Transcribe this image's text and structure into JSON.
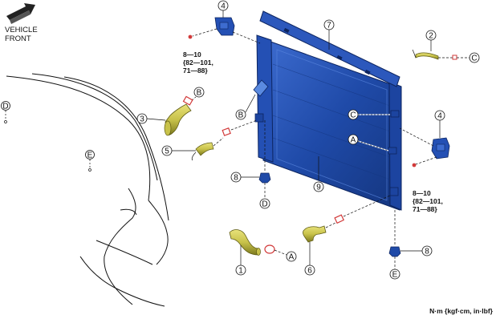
{
  "orientation": {
    "line1": "VEHICLE",
    "line2": "FRONT"
  },
  "units_note": "N·m {kgf·cm, in·lbf}",
  "torque_upper": {
    "line1": "8—10",
    "line2": "{82—101,",
    "line3": "71—88}"
  },
  "torque_lower": {
    "line1": "8—10",
    "line2": "{82—101,",
    "line3": "71—88}"
  },
  "parts": {
    "p1": "1",
    "p2": "2",
    "p3": "3",
    "p4a": "4",
    "p4b": "4",
    "p5": "5",
    "p6": "6",
    "p7": "7",
    "p8a": "8",
    "p8b": "8",
    "p9": "9"
  },
  "refs": {
    "A_upper": "A",
    "A_lower": "A",
    "B_upper": "B",
    "B_lower": "B",
    "C_upper": "C",
    "C_lower": "C",
    "D_upper": "D",
    "D_lower": "D",
    "E_upper": "E",
    "E_lower": "E"
  },
  "colors": {
    "radiator": "#1f4aa8",
    "radiator_dark": "#12306f",
    "radiator_light": "#3d6cd0",
    "hose": "#c8c24a",
    "hose_dark": "#7d7a1e",
    "clamp": "#d23a3a",
    "outline": "#111111"
  },
  "icons": [
    "front-arrow-icon",
    "bolt-icon",
    "clamp-icon"
  ]
}
